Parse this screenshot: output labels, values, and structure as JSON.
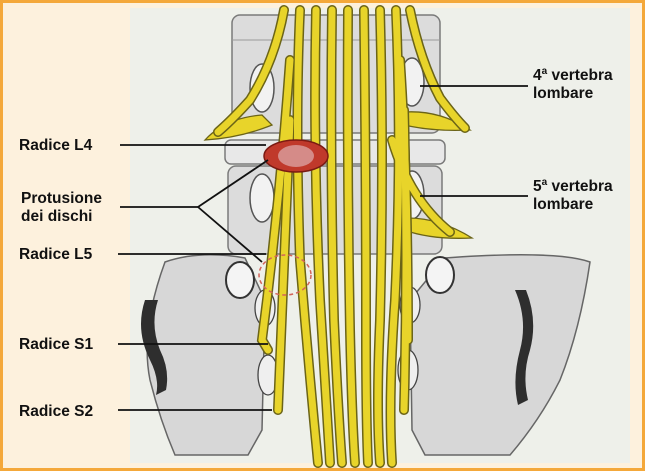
{
  "labels": {
    "radice_l4": "Radice L4",
    "protusione_line1": "Protusione",
    "protusione_line2": "dei dischi",
    "radice_l5": "Radice L5",
    "radice_s1": "Radice S1",
    "radice_s2": "Radice S2",
    "vertebra4_num": "4",
    "vertebra4_sup": "a",
    "vertebra4_word": " vertebra",
    "vertebra4_line2": "lombare",
    "vertebra5_num": "5",
    "vertebra5_sup": "a",
    "vertebra5_word": " vertebra",
    "vertebra5_line2": "lombare"
  },
  "colors": {
    "frame": "#f4a83a",
    "background": "#fdf1dd",
    "bone": "#d9d9d9",
    "bone_dark": "#9a9a9a",
    "nerve": "#e8d42a",
    "nerve_outline": "#6b6417",
    "disc_protrusion": "#c0392b"
  }
}
